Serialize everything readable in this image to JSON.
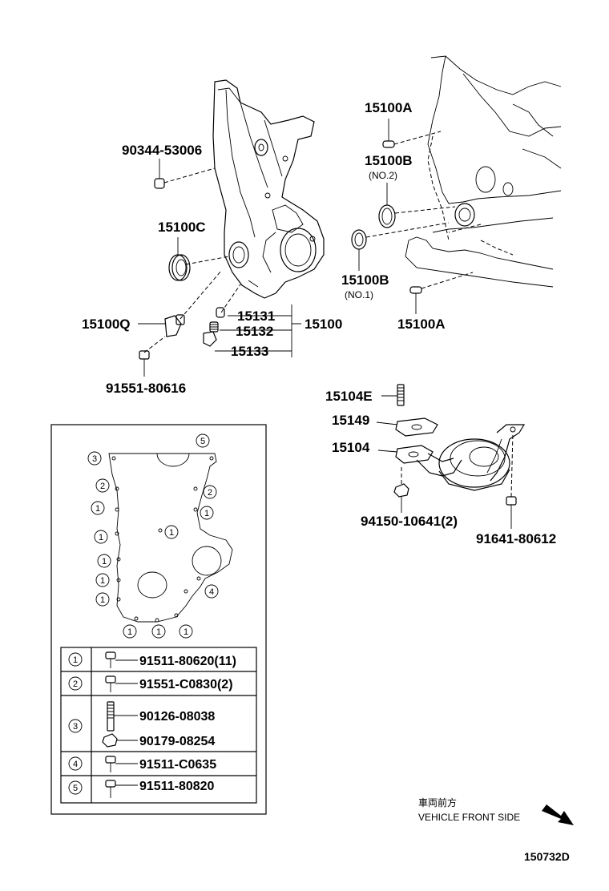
{
  "part_labels": {
    "p90344": "90344-53006",
    "p15100C": "15100C",
    "p15100Q": "15100Q",
    "p91551_80616": "91551-80616",
    "p15131": "15131",
    "p15132": "15132",
    "p15133": "15133",
    "p15100": "15100",
    "p15100A_top": "15100A",
    "p15100B_no2": "15100B",
    "no2": "(NO.2)",
    "p15100B_no1": "15100B",
    "no1": "(NO.1)",
    "p15100A_bot": "15100A",
    "p15104E": "15104E",
    "p15149": "15149",
    "p15104": "15104",
    "p94150": "94150-10641(2)",
    "p91641": "91641-80612"
  },
  "inset_markers": [
    "1",
    "2",
    "3",
    "4",
    "5"
  ],
  "bolt_table": [
    {
      "marker": "1",
      "parts": [
        "91511-80620(11)"
      ]
    },
    {
      "marker": "2",
      "parts": [
        "91551-C0830(2)"
      ]
    },
    {
      "marker": "3",
      "parts": [
        "90126-08038",
        "90179-08254"
      ]
    },
    {
      "marker": "4",
      "parts": [
        "91511-C0635"
      ]
    },
    {
      "marker": "5",
      "parts": [
        "91511-80820"
      ]
    }
  ],
  "direction_note": {
    "japanese": "車両前方",
    "english": "VEHICLE FRONT SIDE"
  },
  "diagram_code": "150732D",
  "icons": [
    "bolt-icon",
    "stud-icon",
    "nut-icon",
    "o-ring-icon",
    "oil-seal-icon",
    "direction-arrow-icon"
  ]
}
